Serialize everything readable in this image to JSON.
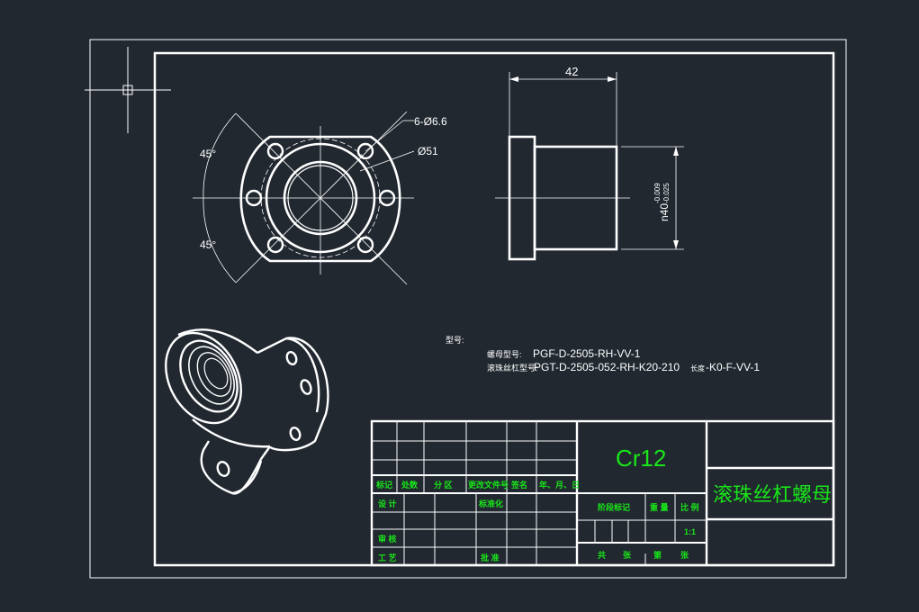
{
  "drawing": {
    "width_dim": "42",
    "holes_dim": "6-Ø6.6",
    "pcd_dim": "Ø51",
    "angle_top": "45°",
    "angle_bottom": "45°",
    "dia_dim_base": "n40",
    "dia_tol_upper": "-0.009",
    "dia_tol_lower": "-0.025"
  },
  "notes": {
    "heading": "型号:",
    "nut_label": "螺母型号:",
    "nut_model": "PGF-D-2505-RH-VV-1",
    "screw_label": "滚珠丝杠型号:",
    "screw_model_a": "PGT-D-2505-052-RH-K20-210",
    "screw_length": "长度",
    "screw_model_b": "-K0-F-VV-1"
  },
  "title_block": {
    "material": "Cr12",
    "part_name": "滚珠丝杠螺母",
    "rev_headers": [
      "标记",
      "处数",
      "分 区",
      "更改文件号",
      "签名",
      "年、月、日"
    ],
    "design": "设 计",
    "standardize": "标准化",
    "review": "审 核",
    "process": "工 艺",
    "approve": "批 准",
    "stage_mark": "阶段标记",
    "weight": "重 量",
    "scale": "比 例",
    "scale_value": "1:1",
    "sheets_total": "共",
    "sheets_unit": "张",
    "sheet_no": "第",
    "sheet_unit2": "张"
  }
}
